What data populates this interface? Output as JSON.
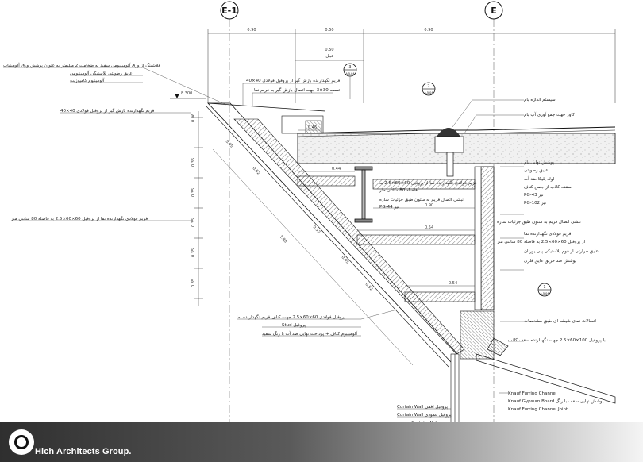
{
  "grid": {
    "e1": "E-1",
    "e": "E"
  },
  "elevation": "8.300",
  "top_dims": [
    "0.90",
    "0.50",
    "0.90"
  ],
  "sub_dim": {
    "value": "0.50",
    "label": "فیبل"
  },
  "callouts": {
    "c3": {
      "num": "3",
      "ref": "A.5.04"
    },
    "c2": {
      "num": "2",
      "ref": "A.5.04"
    },
    "c1": {
      "num": "1",
      "ref": "A.5.04"
    }
  },
  "left_dims": [
    "0.06",
    "0.35",
    "0.35",
    "0.35",
    "0.35",
    "0.35"
  ],
  "diag_dims": [
    "0.05",
    "0.52",
    "1.85",
    "0.52",
    "0.05",
    "0.52"
  ],
  "inner_dims": [
    "0.46",
    "0.44",
    "0.90",
    "0.54",
    "0.54"
  ],
  "left_notes": [
    "فلاشینگ از ورق آلومینیومی سفید به ضخامت 2 میلیمتر به عنوان پوشش ورق آلومینیاب",
    "عایق رطوبتی پلاستیکی آلومینیومی",
    "آلومینیوم کامپوزیت",
    "فریم نگهدارنده بازش گیر از پروفیل فولادی 40×40",
    "فریم فولادی نگهدارنده نما از پروفیل 60×60×2.5 به فاصله 80 سانتی متر"
  ],
  "top_notes": [
    "فریم نگهدارنده بازش گیر از پروفیل فولادی 40×40",
    "تسمه 30×3 جهت اتصال بازش گیر به فریم نما"
  ],
  "right_notes": [
    "سیستم اندازه بام",
    "کاور جهت جمع آوری آب بام",
    "پوشش نهایی بام",
    "عایق رطوبتی",
    "لوله پلیکا ضد آب",
    "سقف کاذب از جنس کناف",
    "PG-43 تیر",
    "PG-102 تیر",
    "نبشی اتصال فریم به ستون طبق جزئیات سازه",
    "فریم فولادی نگهدارنده نما",
    "از پروفیل 60×60×2.5 به فاصله 80 سانتی متر",
    "عایق حرارتی از فوم پلاستیکی پلی یورتان",
    "پوشش ضد حریق عایق فلزی",
    "اتصالات نمای شیشه ای طبق مشخصات",
    "با پروفیل 100×60×2.5 جهت نگهدارنده سقف کاذب",
    "Knauf Furring Channel",
    "Knauf Gypsum Board پوشش نهایی سقف با رنگ",
    "Knauf Furring Channel Joint"
  ],
  "mid_notes": [
    "فریم فولادی نگهدارنده نما از پروفیل 60×60×2.5 به",
    "فاصله 80 سانتی متر",
    "نبشی اتصال فریم به ستون طبق جزئیات سازه",
    "PG-44 تیر"
  ],
  "lower_notes": [
    "پروفیل فولادی 60×60×2.5 جهت کناف فریم نگهدارنده نما",
    "Stud پروفیل",
    "آلومینیوم کناف + پرداخت نهایی ضد آب با رنگ سفید"
  ],
  "bottom_notes": [
    "Curtain Wall پروفیل افقی",
    "Curtain Wall پروفیل عمودی",
    "Curtain Wall"
  ],
  "brand": "Hich Architects Group."
}
